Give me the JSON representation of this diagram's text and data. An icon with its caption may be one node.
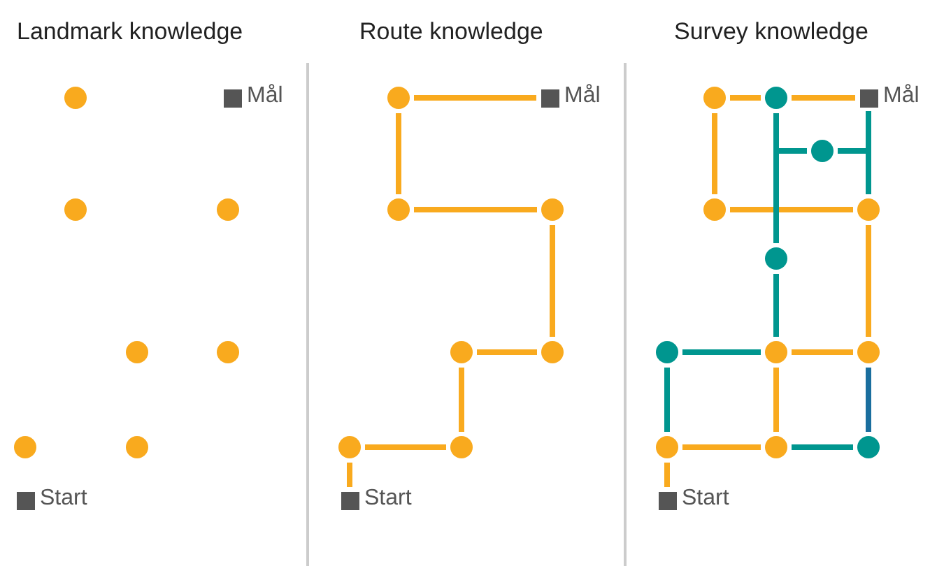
{
  "diagram": {
    "nodes": [
      {
        "text": [],
        "shape": "circle"
      },
      {
        "text": [],
        "shape": "box",
        "beside": [
          "Mål"
        ]
      },
      {
        "text": [],
        "shape": "circle"
      },
      {
        "text": [],
        "shape": "circle"
      },
      {
        "text": [],
        "shape": "circle"
      },
      {
        "text": [],
        "shape": "circle"
      },
      {
        "text": [],
        "shape": "circle"
      },
      {
        "text": [],
        "shape": "circle"
      },
      {
        "text": [],
        "shape": "box",
        "beside": [
          "Start"
        ]
      },
      {
        "text": [],
        "shape": "circle"
      },
      {
        "text": [],
        "shape": "box",
        "beside": [
          "Mål"
        ]
      },
      {
        "text": [],
        "shape": "circle"
      },
      {
        "text": [],
        "shape": "circle"
      },
      {
        "text": [],
        "shape": "circle"
      },
      {
        "text": [],
        "shape": "circle"
      },
      {
        "text": [],
        "shape": "circle"
      },
      {
        "text": [],
        "shape": "circle"
      },
      {
        "text": [],
        "shape": "box",
        "beside": [
          "Start"
        ]
      },
      {
        "text": [],
        "shape": "circle"
      },
      {
        "text": [],
        "shape": "circle"
      },
      {
        "text": [],
        "shape": "box",
        "beside": [
          "Mål"
        ]
      },
      {
        "text": [],
        "shape": "circle"
      },
      {
        "text": [],
        "shape": "circle"
      },
      {
        "text": [],
        "shape": "circle"
      },
      {
        "text": [],
        "shape": "circle"
      },
      {
        "text": [],
        "shape": "circle"
      },
      {
        "text": [],
        "shape": "circle"
      },
      {
        "text": [],
        "shape": "circle"
      },
      {
        "text": [],
        "shape": "circle"
      },
      {
        "text": [],
        "shape": "circle"
      },
      {
        "text": [],
        "shape": "circle"
      },
      {
        "text": [],
        "shape": "box",
        "beside": [
          "Start"
        ]
      }
    ],
    "edges": [
      {
        "from": 9,
        "to": 10,
        "arrow": "none"
      },
      {
        "from": 9,
        "to": 11,
        "arrow": "none"
      },
      {
        "from": 11,
        "to": 12,
        "arrow": "none"
      },
      {
        "from": 12,
        "to": 14,
        "arrow": "none"
      },
      {
        "from": 14,
        "to": 13,
        "arrow": "none"
      },
      {
        "from": 13,
        "to": 16,
        "arrow": "none"
      },
      {
        "from": 16,
        "to": 15,
        "arrow": "none"
      },
      {
        "from": 15,
        "to": 17,
        "arrow": "none"
      },
      {
        "from": 18,
        "to": 19,
        "arrow": "none"
      },
      {
        "from": 19,
        "to": 20,
        "arrow": "none"
      },
      {
        "from": 18,
        "to": 22,
        "arrow": "none"
      },
      {
        "from": 22,
        "to": 23,
        "arrow": "none"
      },
      {
        "from": 23,
        "to": 27,
        "arrow": "none"
      },
      {
        "from": 26,
        "to": 27,
        "arrow": "none"
      },
      {
        "from": 26,
        "to": 29,
        "arrow": "none"
      },
      {
        "from": 28,
        "to": 29,
        "arrow": "none"
      },
      {
        "from": 28,
        "to": 31,
        "arrow": "none"
      },
      {
        "from": 19,
        "to": 24,
        "arrow": "none",
        "color": "#00968f"
      },
      {
        "from": 24,
        "to": 26,
        "arrow": "none",
        "color": "#00968f"
      },
      {
        "from": 20,
        "to": 23,
        "arrow": "none",
        "color": "#00968f"
      },
      {
        "from": 21,
        "to": null,
        "arrow": "none",
        "color": "#00968f"
      },
      {
        "from": 21,
        "to": null,
        "arrow": "none",
        "color": "#00968f"
      },
      {
        "from": 25,
        "to": 26,
        "arrow": "none",
        "color": "#00968f"
      },
      {
        "from": 25,
        "to": 28,
        "arrow": "none",
        "color": "#00968f"
      },
      {
        "from": 29,
        "to": 30,
        "arrow": "none",
        "color": "#00968f"
      },
      {
        "from": 27,
        "to": 30,
        "arrow": "none",
        "color": "#1a6e9e"
      }
    ],
    "labels": [
      "Landmark knowledge",
      "Route knowledge",
      "Survey knowledge"
    ]
  }
}
